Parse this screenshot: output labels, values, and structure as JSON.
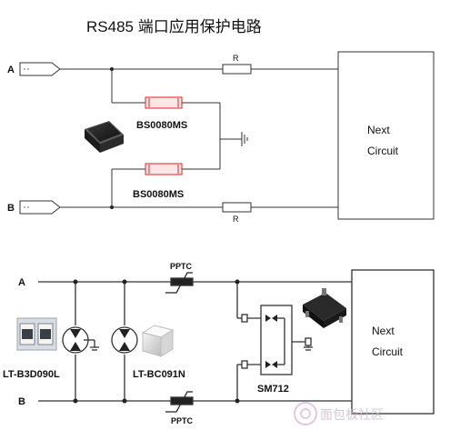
{
  "title": "RS485 端口应用保护电路",
  "top_circuit": {
    "port_a_label": "A",
    "port_b_label": "B",
    "resistor_label": "R",
    "tvs_label": "BS0080MS",
    "next_circuit_line1": "Next",
    "next_circuit_line2": "Circuit"
  },
  "bottom_circuit": {
    "line_a_label": "A",
    "line_b_label": "B",
    "pptc_label": "PPTC",
    "gdt_label": "LT-B3D090L",
    "tss_label": "LT-BC091N",
    "array_label": "SM712",
    "next_circuit_line1": "Next",
    "next_circuit_line2": "Circuit"
  },
  "watermark": "面包板社区"
}
